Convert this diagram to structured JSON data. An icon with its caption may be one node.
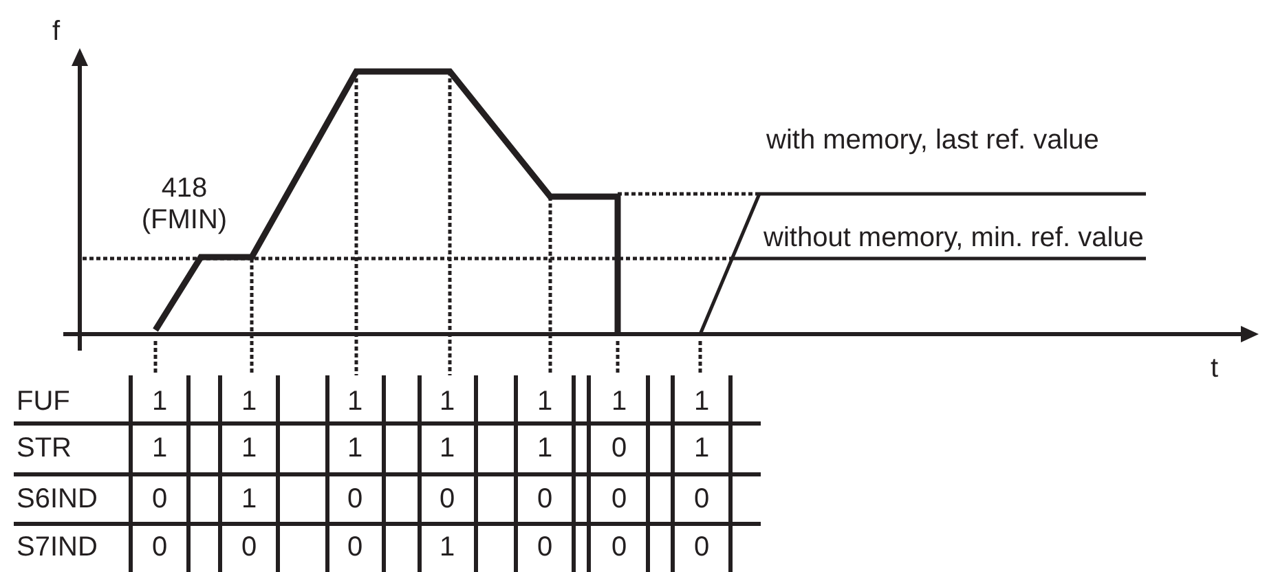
{
  "diagram": {
    "labels": [
      "f",
      "418 (FMIN)",
      "with memory, last ref. value",
      "without memory, min. ref. value",
      "t",
      "FUF",
      "1",
      "1",
      "1",
      "1",
      "1",
      "1",
      "1",
      "STR",
      "1",
      "1",
      "1",
      "1",
      "1",
      "0",
      "1",
      "S6IND",
      "0",
      "1",
      "0",
      "0",
      "0",
      "0",
      "0",
      "S7IND",
      "0",
      "0",
      "0",
      "1",
      "0",
      "0",
      "0"
    ]
  }
}
